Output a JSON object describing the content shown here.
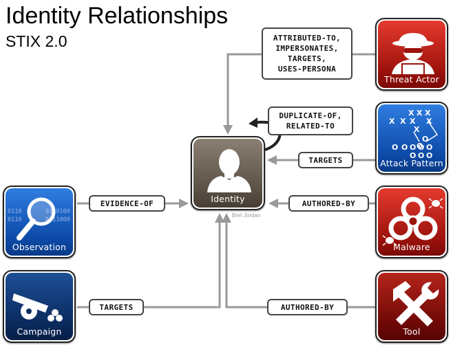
{
  "diagram": {
    "title": "Identity Relationships",
    "subtitle": "STIX 2.0",
    "credit": "Bret Jordan",
    "center": {
      "label": "Identity",
      "icon": "person-silhouette-icon",
      "color": "#5a5045"
    },
    "nodes": {
      "threat_actor": {
        "label": "Threat Actor",
        "icon": "hacker-icon",
        "color": "#9c120c"
      },
      "attack_pattern": {
        "label": "Attack Pattern",
        "icon": "football-play-icon",
        "color": "#0d4aa8"
      },
      "malware": {
        "label": "Malware",
        "icon": "biohazard-icon",
        "color": "#9c120c"
      },
      "tool": {
        "label": "Tool",
        "icon": "hammer-wrench-icon",
        "color": "#6e0906"
      },
      "observation": {
        "label": "Observation",
        "icon": "magnifier-icon",
        "color": "#0d4aa8"
      },
      "campaign": {
        "label": "Campaign",
        "icon": "cannon-icon",
        "color": "#0a2a5e"
      }
    },
    "relationships": {
      "threat_actor": [
        "ATTRIBUTED-TO,",
        "IMPERSONATES,",
        "TARGETS,",
        "USES-PERSONA"
      ],
      "self": [
        "DUPLICATE-OF,",
        "RELATED-TO"
      ],
      "attack_pattern": "TARGETS",
      "malware": "AUTHORED-BY",
      "observation": "EVIDENCE-OF",
      "campaign": "TARGETS",
      "tool": "AUTHORED-BY"
    }
  }
}
